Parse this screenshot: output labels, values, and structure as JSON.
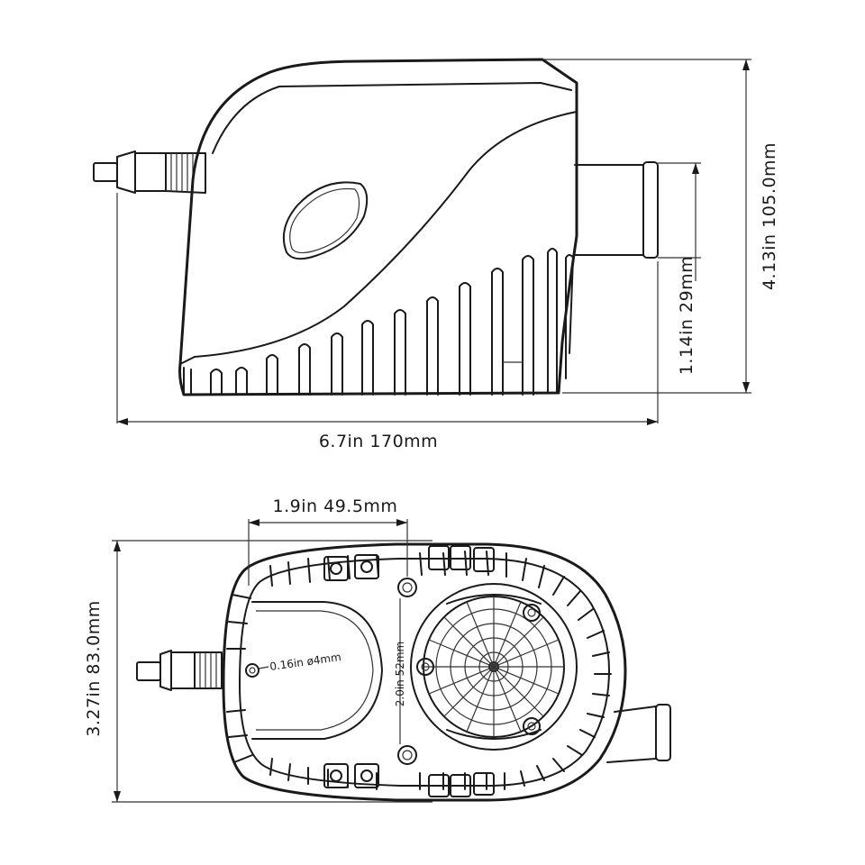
{
  "side_view": {
    "overall_height_label": "4.13in 105.0mm",
    "outlet_height_label": "1.14in 29mm",
    "overall_length_label": "6.7in 170mm"
  },
  "bottom_view": {
    "mount_spacing_label": "1.9in 49.5mm",
    "overall_width_label": "3.27in 83.0mm",
    "hole_diameter_label": "0.16in ø4mm",
    "hole_spacing_label": "2.0in 52mm"
  },
  "colors": {
    "line": "#1a1a1a",
    "background": "#ffffff"
  }
}
